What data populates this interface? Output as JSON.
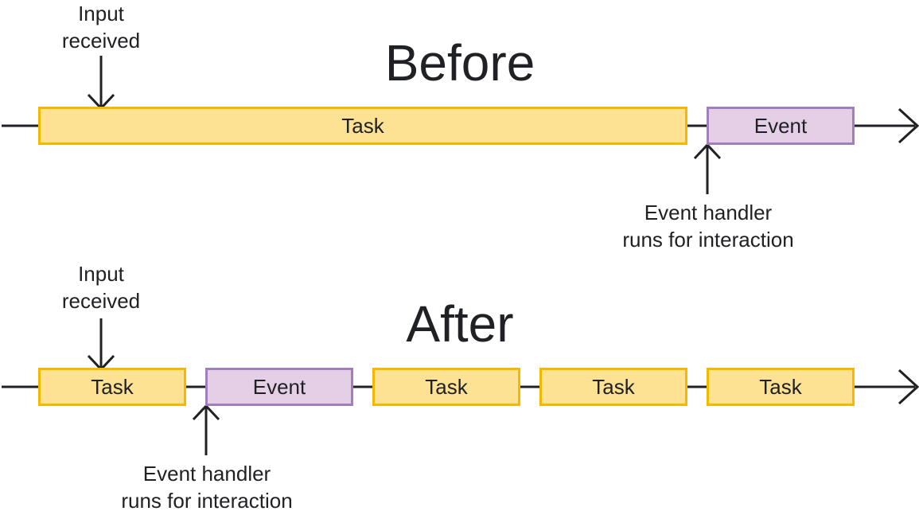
{
  "before": {
    "title": "Before",
    "input_label": [
      "Input",
      "received"
    ],
    "blocks": [
      {
        "kind": "task",
        "label": "Task"
      },
      {
        "kind": "event",
        "label": "Event"
      }
    ],
    "handler_label": [
      "Event handler",
      "runs for interaction"
    ]
  },
  "after": {
    "title": "After",
    "input_label": [
      "Input",
      "received"
    ],
    "blocks": [
      {
        "kind": "task",
        "label": "Task"
      },
      {
        "kind": "event",
        "label": "Event"
      },
      {
        "kind": "task",
        "label": "Task"
      },
      {
        "kind": "task",
        "label": "Task"
      },
      {
        "kind": "task",
        "label": "Task"
      }
    ],
    "handler_label": [
      "Event handler",
      "runs for interaction"
    ]
  },
  "colors": {
    "task_fill": "#fde293",
    "task_border": "#f5b700",
    "event_fill": "#e4cfe6",
    "event_border": "#a07fba",
    "line": "#202124"
  }
}
